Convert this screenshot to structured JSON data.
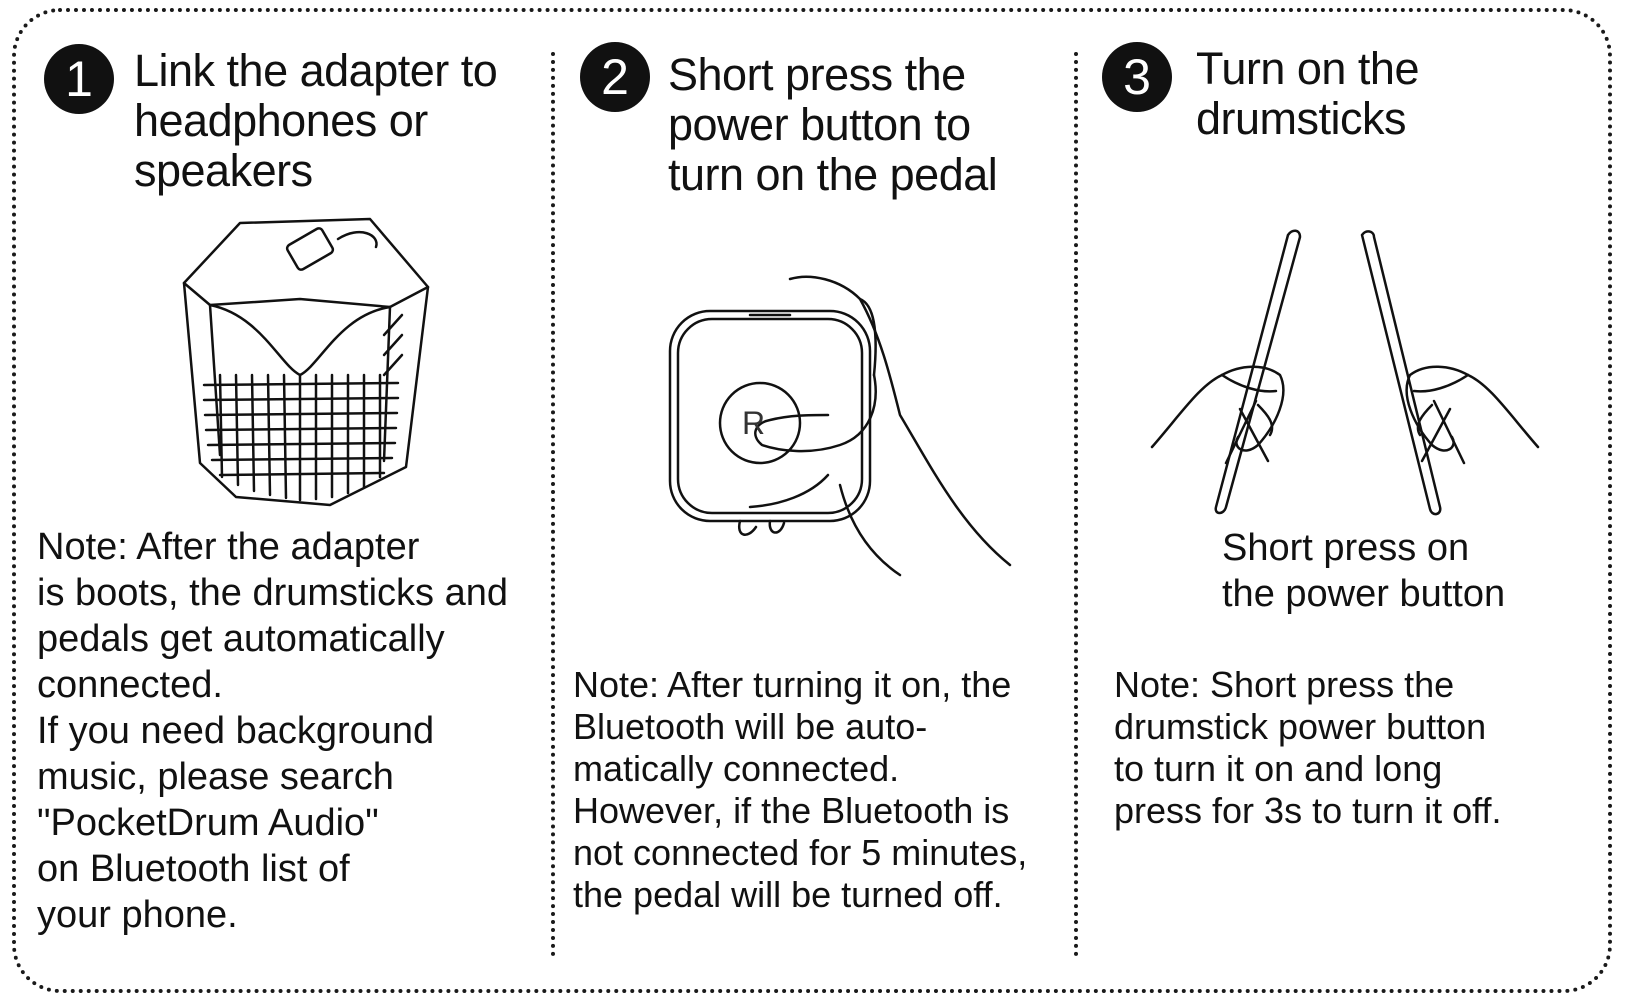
{
  "steps": [
    {
      "number": "1",
      "title": "Link the adapter to\nheadphones or\nspeakers",
      "note": "Note: After the adapter\nis boots, the drumsticks and\npedals get automatically\nconnected.\nIf you need background\nmusic, please search\n\"PocketDrum Audio\"\non Bluetooth list of\nyour phone."
    },
    {
      "number": "2",
      "title": "Short press the\npower button to\nturn on the pedal",
      "pedal_letter": "R",
      "note": "Note: After turning it on, the\nBluetooth will be auto-\nmatically connected.\nHowever, if the Bluetooth is\nnot connected for 5 minutes,\nthe pedal will be turned off."
    },
    {
      "number": "3",
      "title": "Turn on the\ndrumsticks",
      "caption": "Short press on\nthe power button",
      "note": "Note: Short press the\ndrumstick power button\nto turn it on and long\npress for 3s to turn it off."
    }
  ]
}
